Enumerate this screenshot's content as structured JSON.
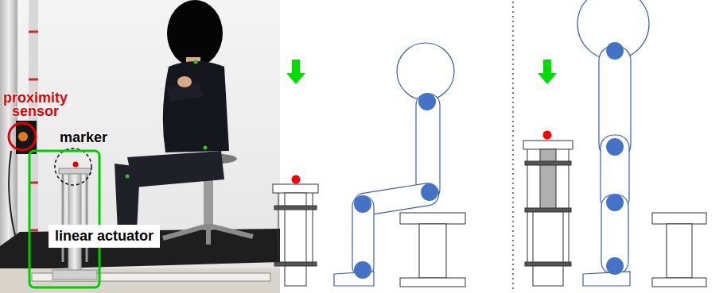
{
  "diagram": {
    "nodes": [
      {
        "text": [
          "proximity sensor"
        ]
      },
      {
        "text": [
          "marker"
        ]
      },
      {
        "text": [
          "linear actuator"
        ]
      }
    ]
  }
}
